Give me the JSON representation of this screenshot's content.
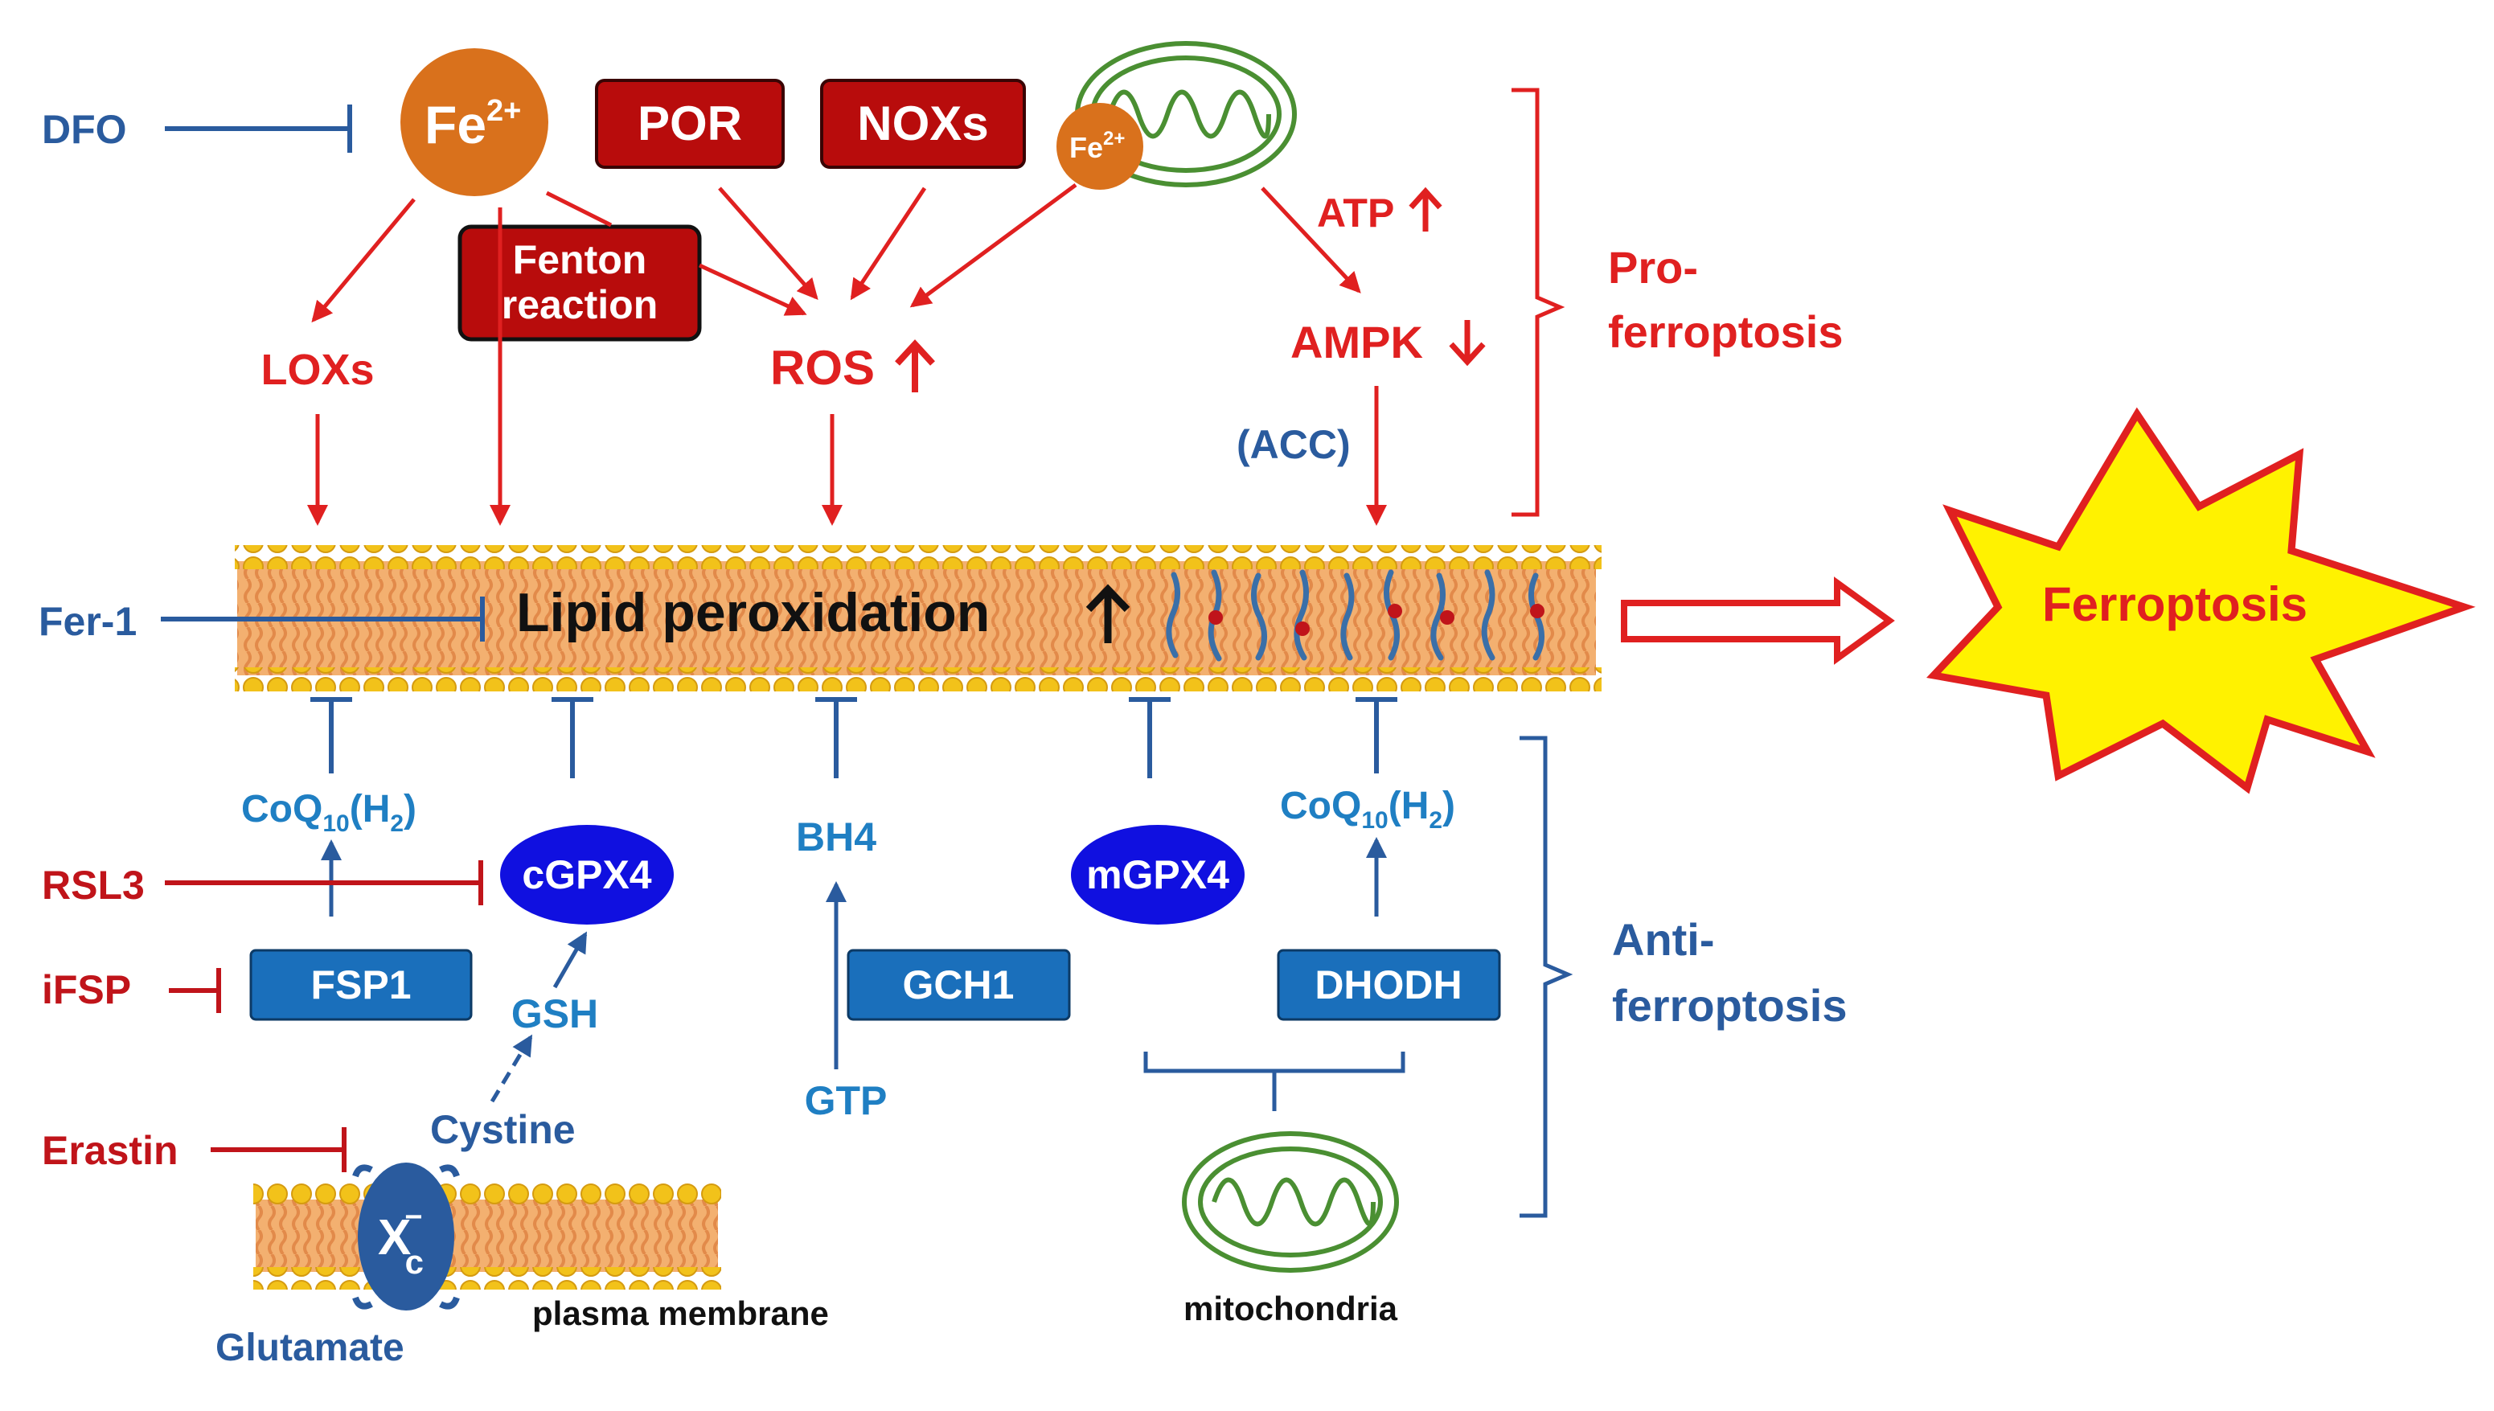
{
  "inhibitors": {
    "dfo": "DFO",
    "fer1": "Fer-1",
    "rsl3": "RSL3",
    "ifsp": "iFSP",
    "erastin": "Erastin"
  },
  "pro": {
    "fe": "Fe",
    "fe_sup": "2+",
    "fe_small": "Fe",
    "fe_small_sup": "2+",
    "por": "POR",
    "noxs": "NOXs",
    "fenton_1": "Fenton",
    "fenton_2": "reaction",
    "loxs": "LOXs",
    "ros": "ROS",
    "atp": "ATP",
    "ampk": "AMPK",
    "acc": "(ACC)",
    "group_1": "Pro-",
    "group_2": "ferroptosis"
  },
  "membrane": {
    "label": "Lipid peroxidation"
  },
  "outcome": {
    "label": "Ferroptosis"
  },
  "anti": {
    "coq_left": "CoQ",
    "coq_sub": "10",
    "coq_paren": "(H",
    "coq_sub2": "2",
    "coq_close": ")",
    "cgpx4": "cGPX4",
    "bh4": "BH4",
    "mgpx4": "mGPX4",
    "fsp1": "FSP1",
    "gch1": "GCH1",
    "dhodh": "DHODH",
    "gsh": "GSH",
    "gtp": "GTP",
    "cystine": "Cystine",
    "glutamate": "Glutamate",
    "xc": "X",
    "xc_sup": "−",
    "xc_sub": "c",
    "plasma_membrane": "plasma membrane",
    "mitochondria": "mitochondria",
    "group_1": "Anti-",
    "group_2": "ferroptosis"
  },
  "colors": {
    "red": "#e02020",
    "dark_red_box": "#b80c0c",
    "blue_text": "#2a5b9e",
    "light_blue": "#1f7fc3",
    "gpx_ellipse": "#1010e0",
    "iron_orange": "#d9711c",
    "membrane_gold": "#f2c21a",
    "burst_yellow": "#fff200",
    "mito_green": "#4a8f32"
  }
}
